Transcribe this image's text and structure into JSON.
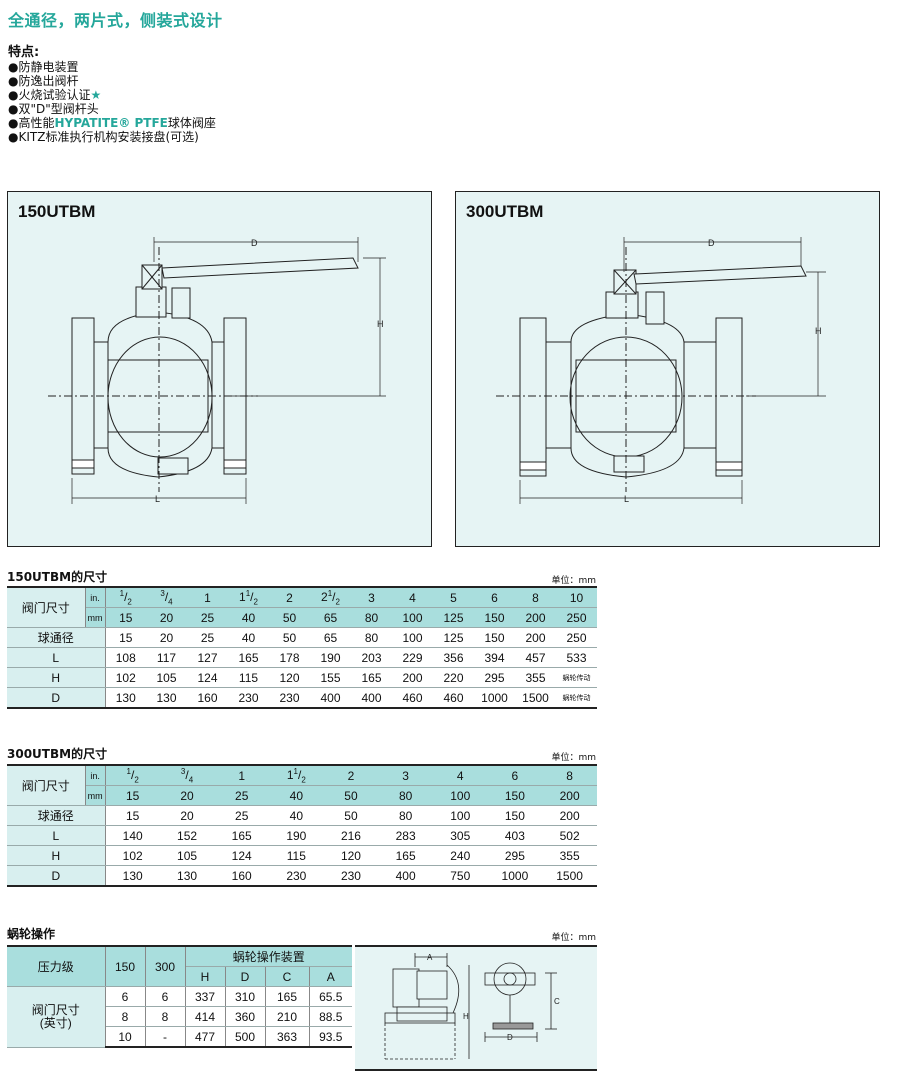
{
  "title": "全通径，两片式，侧装式设计",
  "features": {
    "heading": "特点:",
    "items": [
      {
        "bullet": "●",
        "text": "防静电装置"
      },
      {
        "bullet": "●",
        "text": "防逸出阀杆"
      },
      {
        "bullet": "●",
        "text": "火烧试验认证",
        "star": "★"
      },
      {
        "bullet": "●",
        "text": "双\"D\"型阀杆头"
      },
      {
        "bullet": "●",
        "pre": "高性能",
        "highlight": "HYPATITE® PTFE",
        "post": "球体阀座"
      },
      {
        "bullet": "●",
        "text": "KITZ标准执行机构安装接盘(可选)"
      }
    ]
  },
  "drawings": {
    "left": {
      "title": "150UTBM",
      "dim_d": "D",
      "dim_h": "H",
      "dim_l": "L"
    },
    "right": {
      "title": "300UTBM",
      "dim_d": "D",
      "dim_h": "H",
      "dim_l": "L"
    }
  },
  "table150": {
    "title": "150UTBM的尺寸",
    "unit": "单位：mm",
    "row_header": "阀门尺寸",
    "in_label": "in.",
    "mm_label": "mm",
    "inch": [
      {
        "w": "",
        "n": "1",
        "d": "2"
      },
      {
        "w": "",
        "n": "3",
        "d": "4"
      },
      {
        "w": "1",
        "n": "",
        "d": ""
      },
      {
        "w": "1",
        "n": "1",
        "d": "2"
      },
      {
        "w": "2",
        "n": "",
        "d": ""
      },
      {
        "w": "2",
        "n": "1",
        "d": "2"
      },
      {
        "w": "3",
        "n": "",
        "d": ""
      },
      {
        "w": "4",
        "n": "",
        "d": ""
      },
      {
        "w": "5",
        "n": "",
        "d": ""
      },
      {
        "w": "6",
        "n": "",
        "d": ""
      },
      {
        "w": "8",
        "n": "",
        "d": ""
      },
      {
        "w": "10",
        "n": "",
        "d": ""
      }
    ],
    "mm": [
      "15",
      "20",
      "25",
      "40",
      "50",
      "65",
      "80",
      "100",
      "125",
      "150",
      "200",
      "250"
    ],
    "rows": [
      {
        "label": "球通径",
        "values": [
          "15",
          "20",
          "25",
          "40",
          "50",
          "65",
          "80",
          "100",
          "125",
          "150",
          "200",
          "250"
        ]
      },
      {
        "label": "L",
        "values": [
          "108",
          "117",
          "127",
          "165",
          "178",
          "190",
          "203",
          "229",
          "356",
          "394",
          "457",
          "533"
        ]
      },
      {
        "label": "H",
        "values": [
          "102",
          "105",
          "124",
          "115",
          "120",
          "155",
          "165",
          "200",
          "220",
          "295",
          "355",
          "蜗轮传动"
        ]
      },
      {
        "label": "D",
        "values": [
          "130",
          "130",
          "160",
          "230",
          "230",
          "400",
          "400",
          "460",
          "460",
          "1000",
          "1500",
          "蜗轮传动"
        ]
      }
    ]
  },
  "table300": {
    "title": "300UTBM的尺寸",
    "unit": "单位：mm",
    "row_header": "阀门尺寸",
    "in_label": "in.",
    "mm_label": "mm",
    "inch": [
      {
        "w": "",
        "n": "1",
        "d": "2"
      },
      {
        "w": "",
        "n": "3",
        "d": "4"
      },
      {
        "w": "1",
        "n": "",
        "d": ""
      },
      {
        "w": "1",
        "n": "1",
        "d": "2"
      },
      {
        "w": "2",
        "n": "",
        "d": ""
      },
      {
        "w": "3",
        "n": "",
        "d": ""
      },
      {
        "w": "4",
        "n": "",
        "d": ""
      },
      {
        "w": "6",
        "n": "",
        "d": ""
      },
      {
        "w": "8",
        "n": "",
        "d": ""
      }
    ],
    "mm": [
      "15",
      "20",
      "25",
      "40",
      "50",
      "80",
      "100",
      "150",
      "200"
    ],
    "rows": [
      {
        "label": "球通径",
        "values": [
          "15",
          "20",
          "25",
          "40",
          "50",
          "80",
          "100",
          "150",
          "200"
        ]
      },
      {
        "label": "L",
        "values": [
          "140",
          "152",
          "165",
          "190",
          "216",
          "283",
          "305",
          "403",
          "502"
        ]
      },
      {
        "label": "H",
        "values": [
          "102",
          "105",
          "124",
          "115",
          "120",
          "165",
          "240",
          "295",
          "355"
        ]
      },
      {
        "label": "D",
        "values": [
          "130",
          "130",
          "160",
          "230",
          "230",
          "400",
          "750",
          "1000",
          "1500"
        ]
      }
    ]
  },
  "worm": {
    "title": "蜗轮操作",
    "unit": "单位：mm",
    "pressure_label": "压力级",
    "c150": "150",
    "c300": "300",
    "gear_label": "蜗轮操作装置",
    "sub": [
      "H",
      "D",
      "C",
      "A"
    ],
    "size_label": "阀门尺寸",
    "size_sub": "(英寸)",
    "rows": [
      {
        "s150": "6",
        "s300": "6",
        "vals": [
          "337",
          "310",
          "165",
          "65.5"
        ]
      },
      {
        "s150": "8",
        "s300": "8",
        "vals": [
          "414",
          "360",
          "210",
          "88.5"
        ]
      },
      {
        "s150": "10",
        "s300": "-",
        "vals": [
          "477",
          "500",
          "363",
          "93.5"
        ]
      }
    ],
    "diagram_labels": {
      "a": "A",
      "h": "H",
      "c": "C",
      "d": "D"
    }
  }
}
